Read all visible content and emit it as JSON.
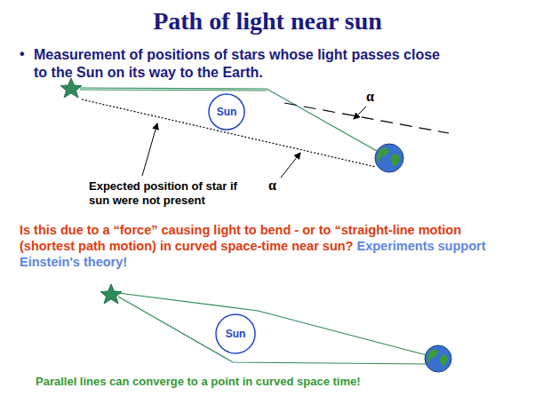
{
  "diagram": {
    "title": "Path of light near sun",
    "nodes": [
      {
        "text": [
          "Sun"
        ]
      },
      {
        "text": [
          "Sun"
        ]
      }
    ],
    "labels": [
      "•",
      "Measurement of positions of stars whose light passes close to the Sun on its way to the Earth.",
      "α",
      "α",
      "Expected position of star if sun were not present",
      "Is this due to a “force” causing light to bend - or to “straight-line motion (shortest path motion) in curved space-time near sun?",
      "Experiments support Einstein's theory!",
      "Parallel lines can converge to a point in curved space time!"
    ]
  }
}
